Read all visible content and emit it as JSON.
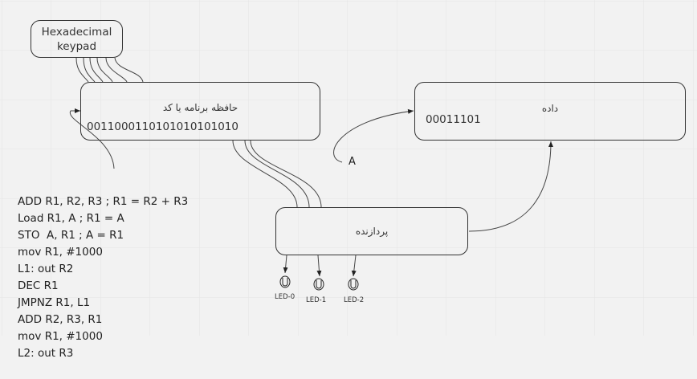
{
  "keypad": {
    "line1": "Hexadecimal",
    "line2": "keypad"
  },
  "program_memory": {
    "title": "حافظه برنامه یا کد",
    "value": "0011000110101010101010"
  },
  "data_memory": {
    "title": "داده",
    "value": "00011101"
  },
  "processor": {
    "title": "پردازنده"
  },
  "address_label": "A",
  "leds": [
    "LED-0",
    "LED-1",
    "LED-2"
  ],
  "code_lines": [
    "ADD R1, R2, R3 ; R1 = R2 + R3",
    "Load R1, A ; R1 = A",
    "STO  A, R1 ; A = R1",
    "mov R1, #1000",
    "L1: out R2",
    "DEC R1",
    "JMPNZ R1, L1",
    "ADD R2, R3, R1",
    "mov R1, #1000",
    "L2: out R3"
  ]
}
